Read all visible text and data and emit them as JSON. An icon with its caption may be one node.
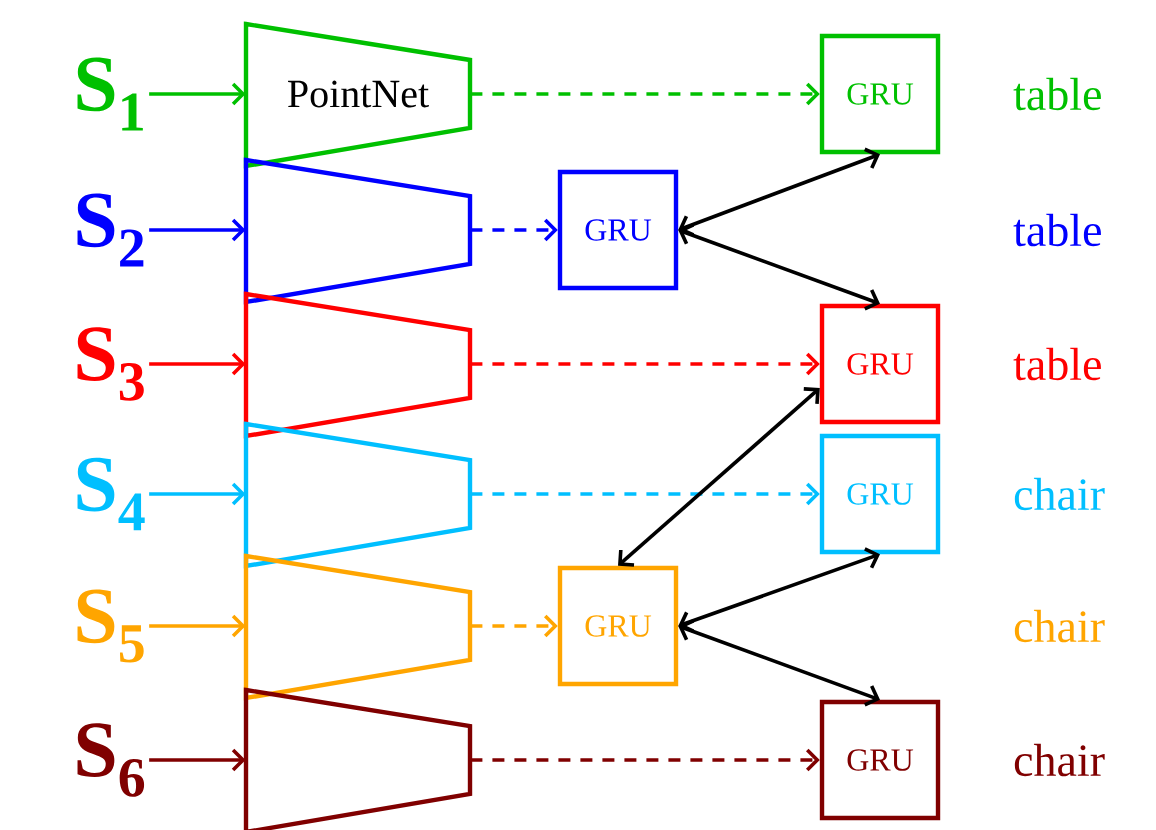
{
  "diagram": {
    "nodes": [
      {
        "text": [
          "S$_{1}$"
        ]
      },
      {
        "text": [
          "S$_{2}$"
        ]
      },
      {
        "text": [
          "S$_{3}$"
        ]
      },
      {
        "text": [
          "S$_{4}$"
        ]
      },
      {
        "text": [
          "S$_{5}$"
        ]
      },
      {
        "text": [
          "S$_{6}$"
        ]
      },
      {
        "text": [
          "PointNet"
        ]
      },
      {
        "text": [],
        "shape": "trapezoid"
      },
      {
        "text": [],
        "shape": "trapezoid"
      },
      {
        "text": [],
        "shape": "trapezoid"
      },
      {
        "text": [],
        "shape": "trapezoid"
      },
      {
        "text": [],
        "shape": "trapezoid"
      },
      {
        "text": [
          "GRU"
        ]
      },
      {
        "text": [
          "GRU"
        ]
      },
      {
        "text": [
          "GRU"
        ]
      },
      {
        "text": [
          "GRU"
        ]
      },
      {
        "text": [
          "GRU"
        ]
      },
      {
        "text": [
          "GRU"
        ]
      }
    ],
    "edges": [
      {
        "from": 0,
        "to": 6,
        "arrow": "to",
        "color": "#00c000"
      },
      {
        "from": 1,
        "to": 7,
        "arrow": "to",
        "color": "#0000ff"
      },
      {
        "from": 2,
        "to": 8,
        "arrow": "to",
        "color": "#ff0000"
      },
      {
        "from": 3,
        "to": 9,
        "arrow": "to",
        "color": "#00bfff"
      },
      {
        "from": 4,
        "to": 10,
        "arrow": "to",
        "color": "#ffa500"
      },
      {
        "from": 5,
        "to": 11,
        "arrow": "to",
        "color": "#800000"
      },
      {
        "from": 6,
        "to": 12,
        "arrow": "to",
        "style": "dashed",
        "color": "#00c000"
      },
      {
        "from": 7,
        "to": 13,
        "arrow": "to",
        "style": "dashed",
        "color": "#0000ff"
      },
      {
        "from": 8,
        "to": 14,
        "arrow": "to",
        "style": "dashed",
        "color": "#ff0000"
      },
      {
        "from": 9,
        "to": 15,
        "arrow": "to",
        "style": "dashed",
        "color": "#00bfff"
      },
      {
        "from": 10,
        "to": 16,
        "arrow": "to",
        "style": "dashed",
        "color": "#ffa500"
      },
      {
        "from": 11,
        "to": 17,
        "arrow": "to",
        "style": "dashed",
        "color": "#800000"
      },
      {
        "from": 13,
        "to": 12,
        "arrow": "both"
      },
      {
        "from": 13,
        "to": 14,
        "arrow": "both"
      },
      {
        "from": 14,
        "to": 16,
        "arrow": "both"
      },
      {
        "from": 16,
        "to": 15,
        "arrow": "both"
      },
      {
        "from": 16,
        "to": 17,
        "arrow": "both"
      }
    ],
    "labels": [
      "table",
      "table",
      "table",
      "chair",
      "chair",
      "chair"
    ]
  }
}
